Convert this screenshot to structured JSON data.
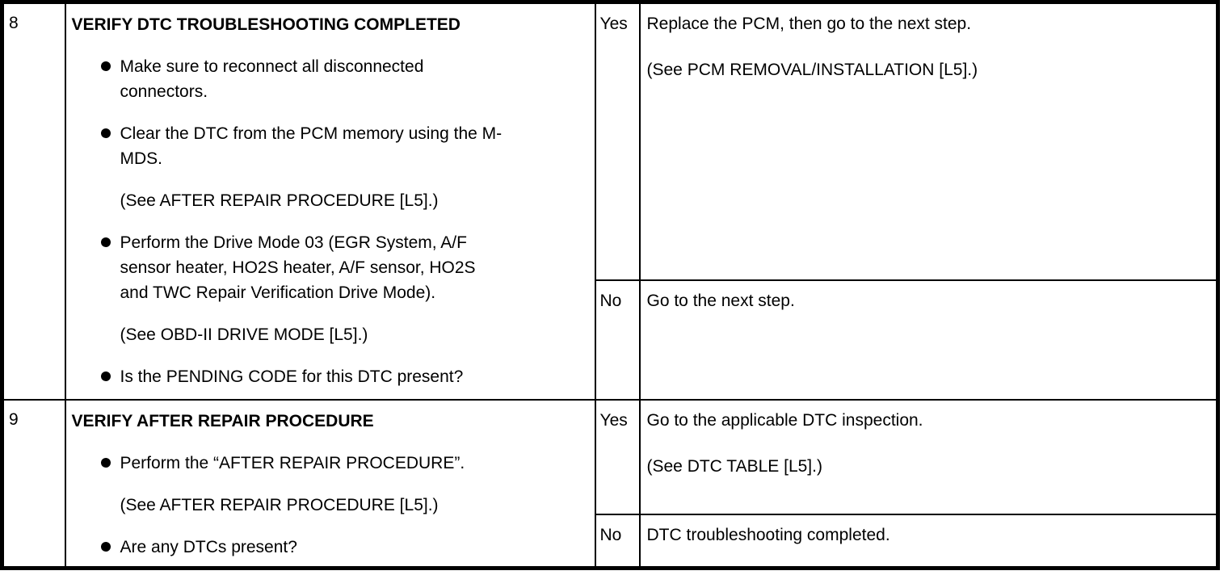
{
  "page": {
    "background_color": "#ffffff",
    "line_color": "#000000",
    "type": "dtc-troubleshooting-table"
  },
  "table": {
    "columns": [
      "step",
      "inspection",
      "answer",
      "action"
    ],
    "rows": [
      {
        "step": "8",
        "title": "VERIFY DTC TROUBLESHOOTING COMPLETED",
        "bullets": [
          {
            "text": "Make sure to reconnect all disconnected connectors."
          },
          {
            "text": "Clear the DTC from the PCM memory using the M-MDS.",
            "note": "(See AFTER REPAIR PROCEDURE [L5].)"
          },
          {
            "text": "Perform the Drive Mode 03 (EGR System, A/F sensor heater, HO2S heater, A/F sensor, HO2S and TWC Repair Verification Drive Mode).",
            "note": "(See OBD-II DRIVE MODE [L5].)"
          },
          {
            "text": "Is the PENDING CODE for this DTC present?"
          }
        ],
        "results": [
          {
            "answer": "Yes",
            "action": "Replace the PCM, then go to the next step.",
            "reference": "(See PCM REMOVAL/INSTALLATION [L5].)"
          },
          {
            "answer": "No",
            "action": "Go to the next step."
          }
        ]
      },
      {
        "step": "9",
        "title": "VERIFY AFTER REPAIR PROCEDURE",
        "bullets": [
          {
            "text": "Perform the “AFTER REPAIR PROCEDURE”.",
            "note": "(See AFTER REPAIR PROCEDURE [L5].)"
          },
          {
            "text": "Are any DTCs present?"
          }
        ],
        "results": [
          {
            "answer": "Yes",
            "action": "Go to the applicable DTC inspection.",
            "reference": "(See DTC TABLE [L5].)"
          },
          {
            "answer": "No",
            "action": "DTC troubleshooting completed."
          }
        ]
      }
    ]
  }
}
